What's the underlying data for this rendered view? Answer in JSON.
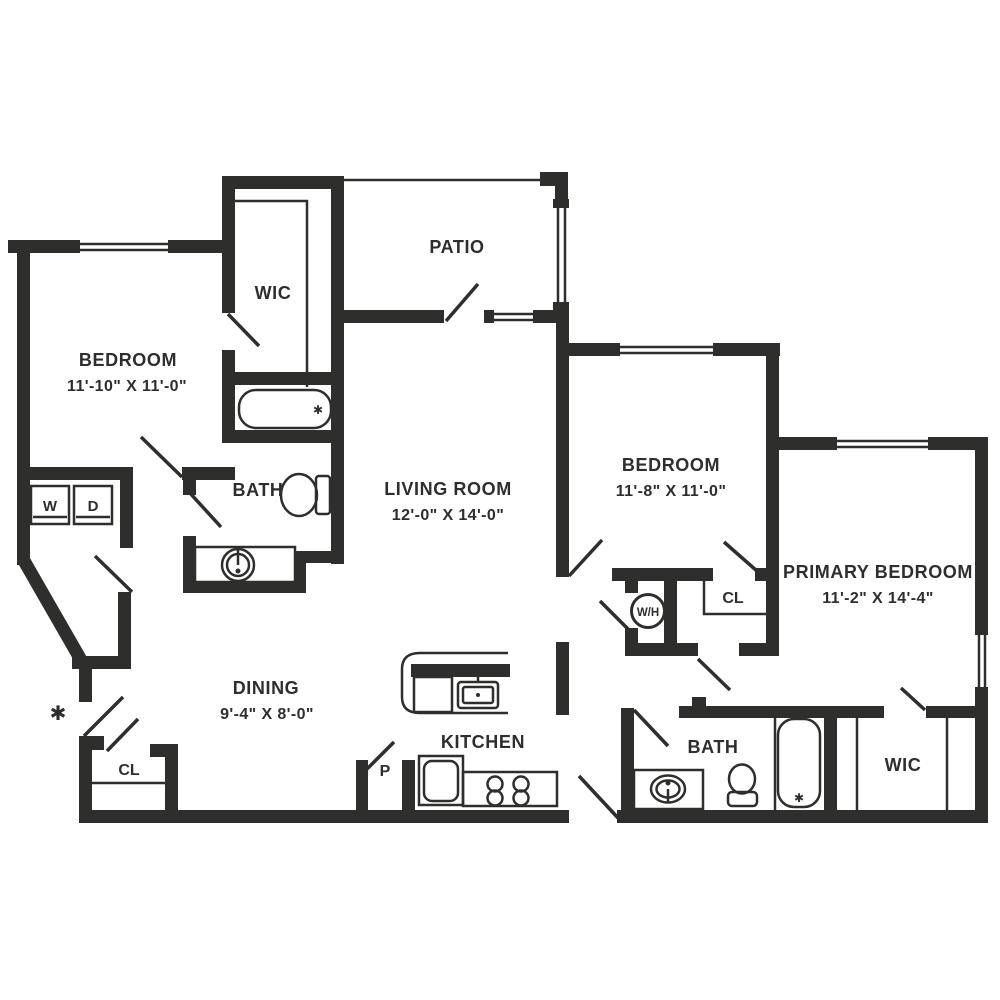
{
  "page": {
    "background": "#ffffff",
    "wall_color": "#2e2e2c"
  },
  "floorplan": {
    "rooms": [
      {
        "id": "patio",
        "label": "PATIO"
      },
      {
        "id": "bedroom-1",
        "label": "BEDROOM",
        "dims": "11'-10\" X 11'-0\""
      },
      {
        "id": "wic-1",
        "label": "WIC"
      },
      {
        "id": "bath-1",
        "label": "BATH"
      },
      {
        "id": "living-room",
        "label": "LIVING ROOM",
        "dims": "12'-0\" X 14'-0\""
      },
      {
        "id": "bedroom-2",
        "label": "BEDROOM",
        "dims": "11'-8\" X 11'-0\""
      },
      {
        "id": "primary-bedroom",
        "label": "PRIMARY BEDROOM",
        "dims": "11'-2\" X 14'-4\""
      },
      {
        "id": "dining",
        "label": "DINING",
        "dims": "9'-4\" X 8'-0\""
      },
      {
        "id": "kitchen",
        "label": "KITCHEN"
      },
      {
        "id": "bath-2",
        "label": "BATH"
      },
      {
        "id": "wic-2",
        "label": "WIC"
      }
    ],
    "closets": [
      {
        "id": "closet-entry",
        "label": "CL"
      },
      {
        "id": "closet-bedroom-2",
        "label": "CL"
      },
      {
        "id": "pantry",
        "label": "P"
      }
    ],
    "appliances": [
      {
        "id": "washer",
        "label": "W"
      },
      {
        "id": "dryer",
        "label": "D"
      },
      {
        "id": "water-heater",
        "label": "W/H"
      }
    ],
    "symbols": {
      "entry_marker": "✱",
      "faucet_marker": "✱"
    }
  }
}
